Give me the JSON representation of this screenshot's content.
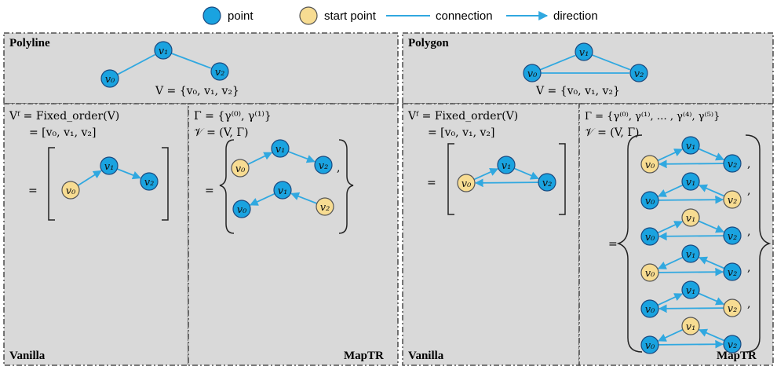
{
  "legend": {
    "point": "point",
    "start_point": "start point",
    "connection": "connection",
    "direction": "direction"
  },
  "colors": {
    "point_fill": "#1aa3e0",
    "start_fill": "#f7dc92",
    "edge": "#30a8e0",
    "panel_bg": "#d9d9d9"
  },
  "polyline": {
    "title": "Polyline",
    "set_def": "V = {v₀, v₁, v₂}",
    "vanilla": {
      "line1": "Vᶠ = Fixed_order(V)",
      "line2": "= [v₀, v₁, v₂]",
      "eq": "=",
      "label": "Vanilla"
    },
    "mapTR": {
      "line1": "Γ = {γ⁽⁰⁾, γ⁽¹⁾}",
      "line2": "𝒱 = (V, Γ)",
      "eq": "=",
      "label": "MapTR"
    }
  },
  "polygon": {
    "title": "Polygon",
    "set_def": "V = {v₀, v₁, v₂}",
    "vanilla": {
      "line1": "Vᶠ = Fixed_order(V)",
      "line2": "= [v₀, v₁, v₂]",
      "eq": "=",
      "label": "Vanilla"
    },
    "mapTR": {
      "line1": "Γ = {γ⁽⁰⁾, γ⁽¹⁾, … , γ⁽⁴⁾, γ⁽⁵⁾}",
      "line2": "𝒱 = (V, Γ)",
      "eq": "=",
      "label": "MapTR"
    }
  },
  "nodes": {
    "v0": "v₀",
    "v1": "v₁",
    "v2": "v₂"
  }
}
